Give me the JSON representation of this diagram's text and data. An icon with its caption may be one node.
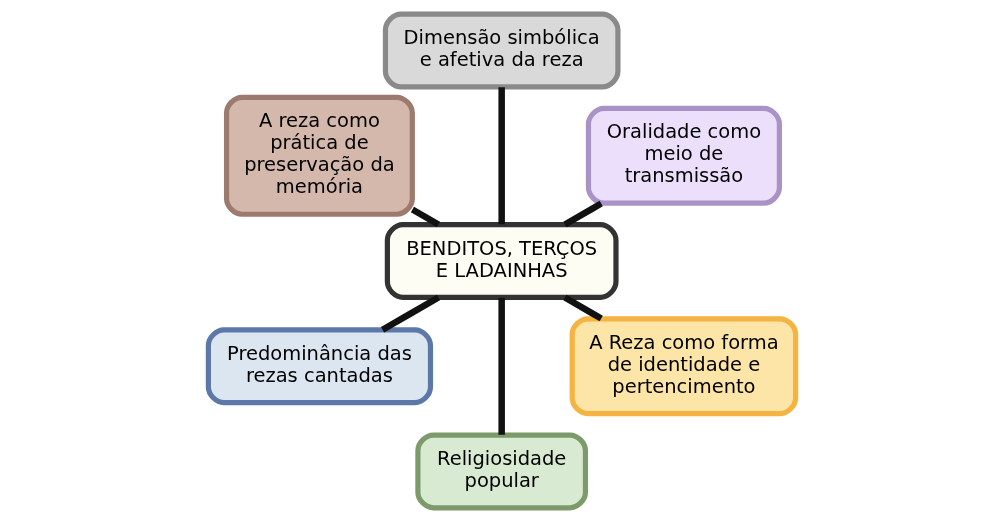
{
  "diagram": {
    "nodes": [
      {
        "text": [
          "BENDITOS, TERÇOS E LADAINHAS"
        ]
      },
      {
        "text": [
          "Oralidade como meio de transmissão"
        ]
      },
      {
        "text": [
          "Dimensão simbólica e afetiva da reza"
        ]
      },
      {
        "text": [
          "A reza como prática de preservação da memória"
        ]
      },
      {
        "text": [
          "Predominância das rezas cantadas"
        ]
      },
      {
        "text": [
          "Religiosidade popular"
        ]
      },
      {
        "text": [
          "A Reza como forma de identidade e pertencimento"
        ]
      }
    ],
    "edges": [
      {
        "from": 0,
        "to": 1,
        "arrow": "none"
      },
      {
        "from": 0,
        "to": 2,
        "arrow": "none"
      },
      {
        "from": 0,
        "to": 3,
        "arrow": "none"
      },
      {
        "from": 0,
        "to": 4,
        "arrow": "none"
      },
      {
        "from": 0,
        "to": 5,
        "arrow": "none"
      },
      {
        "from": 0,
        "to": 6,
        "arrow": "none"
      }
    ]
  }
}
